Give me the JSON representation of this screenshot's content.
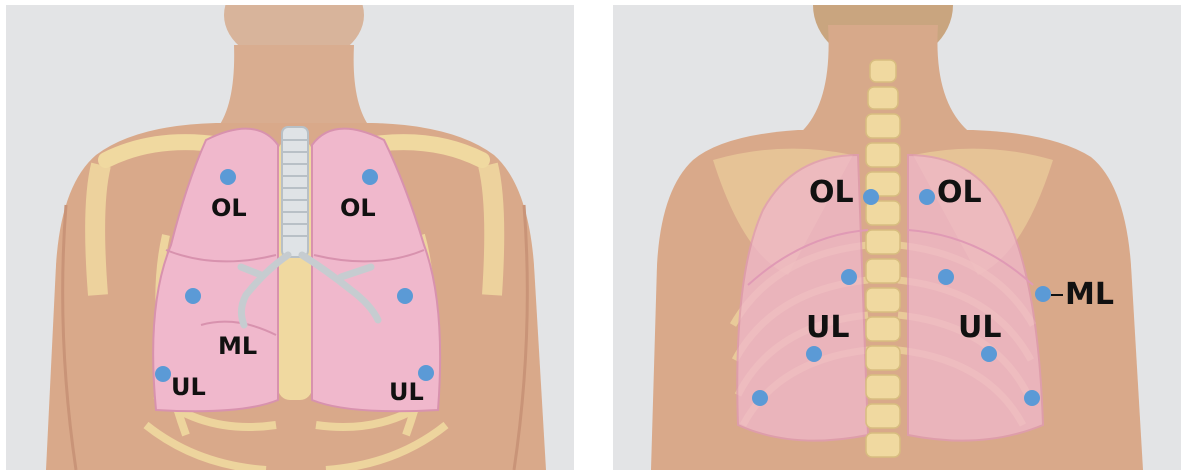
{
  "front": {
    "labels": [
      "OL",
      "OL",
      "ML",
      "UL",
      "UL"
    ]
  },
  "back": {
    "labels": [
      "OL",
      "OL",
      "UL",
      "UL",
      "ML"
    ]
  },
  "colors": {
    "marker": "#5b9ad6",
    "background": "#e3e4e6",
    "skin": "#d9a98a",
    "lung": "#f0b8cc",
    "bone": "#f0d9a0",
    "label": "#111111"
  },
  "icons": [
    "auscultation-point-icon"
  ]
}
